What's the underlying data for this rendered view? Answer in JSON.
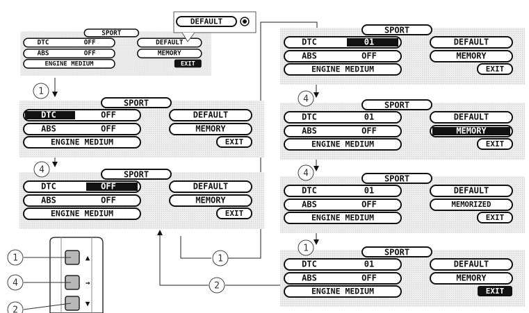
{
  "screens": [
    {
      "id": "screen-1",
      "mode": "SPORT",
      "dtc_label": "DTC",
      "dtc_value": "OFF",
      "abs_label": "ABS",
      "abs_value": "OFF",
      "engine_label": "ENGINE MEDIUM",
      "default_label": "DEFAULT",
      "memory_label": "MEMORY",
      "exit_label": "EXIT",
      "highlight": "exit"
    },
    {
      "id": "screen-2",
      "mode": "SPORT",
      "dtc_label": "DTC",
      "dtc_value": "OFF",
      "abs_label": "ABS",
      "abs_value": "OFF",
      "engine_label": "ENGINE MEDIUM",
      "default_label": "DEFAULT",
      "memory_label": "MEMORY",
      "exit_label": "EXIT",
      "highlight": "dtc-label"
    },
    {
      "id": "screen-3",
      "mode": "SPORT",
      "dtc_label": "DTC",
      "dtc_value": "OFF",
      "abs_label": "ABS",
      "abs_value": "OFF",
      "engine_label": "ENGINE MEDIUM",
      "default_label": "DEFAULT",
      "memory_label": "MEMORY",
      "exit_label": "EXIT",
      "highlight": "dtc-value"
    },
    {
      "id": "screen-4",
      "mode": "SPORT",
      "dtc_label": "DTC",
      "dtc_value": "01",
      "abs_label": "ABS",
      "abs_value": "OFF",
      "engine_label": "ENGINE MEDIUM",
      "default_label": "DEFAULT",
      "memory_label": "MEMORY",
      "exit_label": "EXIT",
      "highlight": "dtc-value"
    },
    {
      "id": "screen-5",
      "mode": "SPORT",
      "dtc_label": "DTC",
      "dtc_value": "01",
      "abs_label": "ABS",
      "abs_value": "OFF",
      "engine_label": "ENGINE MEDIUM",
      "default_label": "DEFAULT",
      "memory_label": "MEMORY",
      "exit_label": "EXIT",
      "highlight": "memory"
    },
    {
      "id": "screen-6",
      "mode": "SPORT",
      "dtc_label": "DTC",
      "dtc_value": "01",
      "abs_label": "ABS",
      "abs_value": "OFF",
      "engine_label": "ENGINE MEDIUM",
      "default_label": "DEFAULT",
      "memory_label": "MEMORIZED",
      "exit_label": "EXIT",
      "highlight": "none"
    },
    {
      "id": "screen-7",
      "mode": "SPORT",
      "dtc_label": "DTC",
      "dtc_value": "01",
      "abs_label": "ABS",
      "abs_value": "OFF",
      "engine_label": "ENGINE MEDIUM",
      "default_label": "DEFAULT",
      "memory_label": "MEMORY",
      "exit_label": "EXIT",
      "highlight": "exit"
    }
  ],
  "default_callout": {
    "label": "DEFAULT"
  },
  "step_markers": [
    "1",
    "4",
    "4",
    "4",
    "1",
    "1",
    "2"
  ],
  "controller": {
    "buttons": [
      {
        "number": "1",
        "arrow": "▲"
      },
      {
        "number": "4",
        "arrow": "→"
      },
      {
        "number": "2",
        "arrow": "▼"
      }
    ]
  },
  "colors": {
    "ink": "#111111",
    "panel": "#e9e9e9",
    "line": "#222222",
    "circle_stroke": "#444444"
  }
}
